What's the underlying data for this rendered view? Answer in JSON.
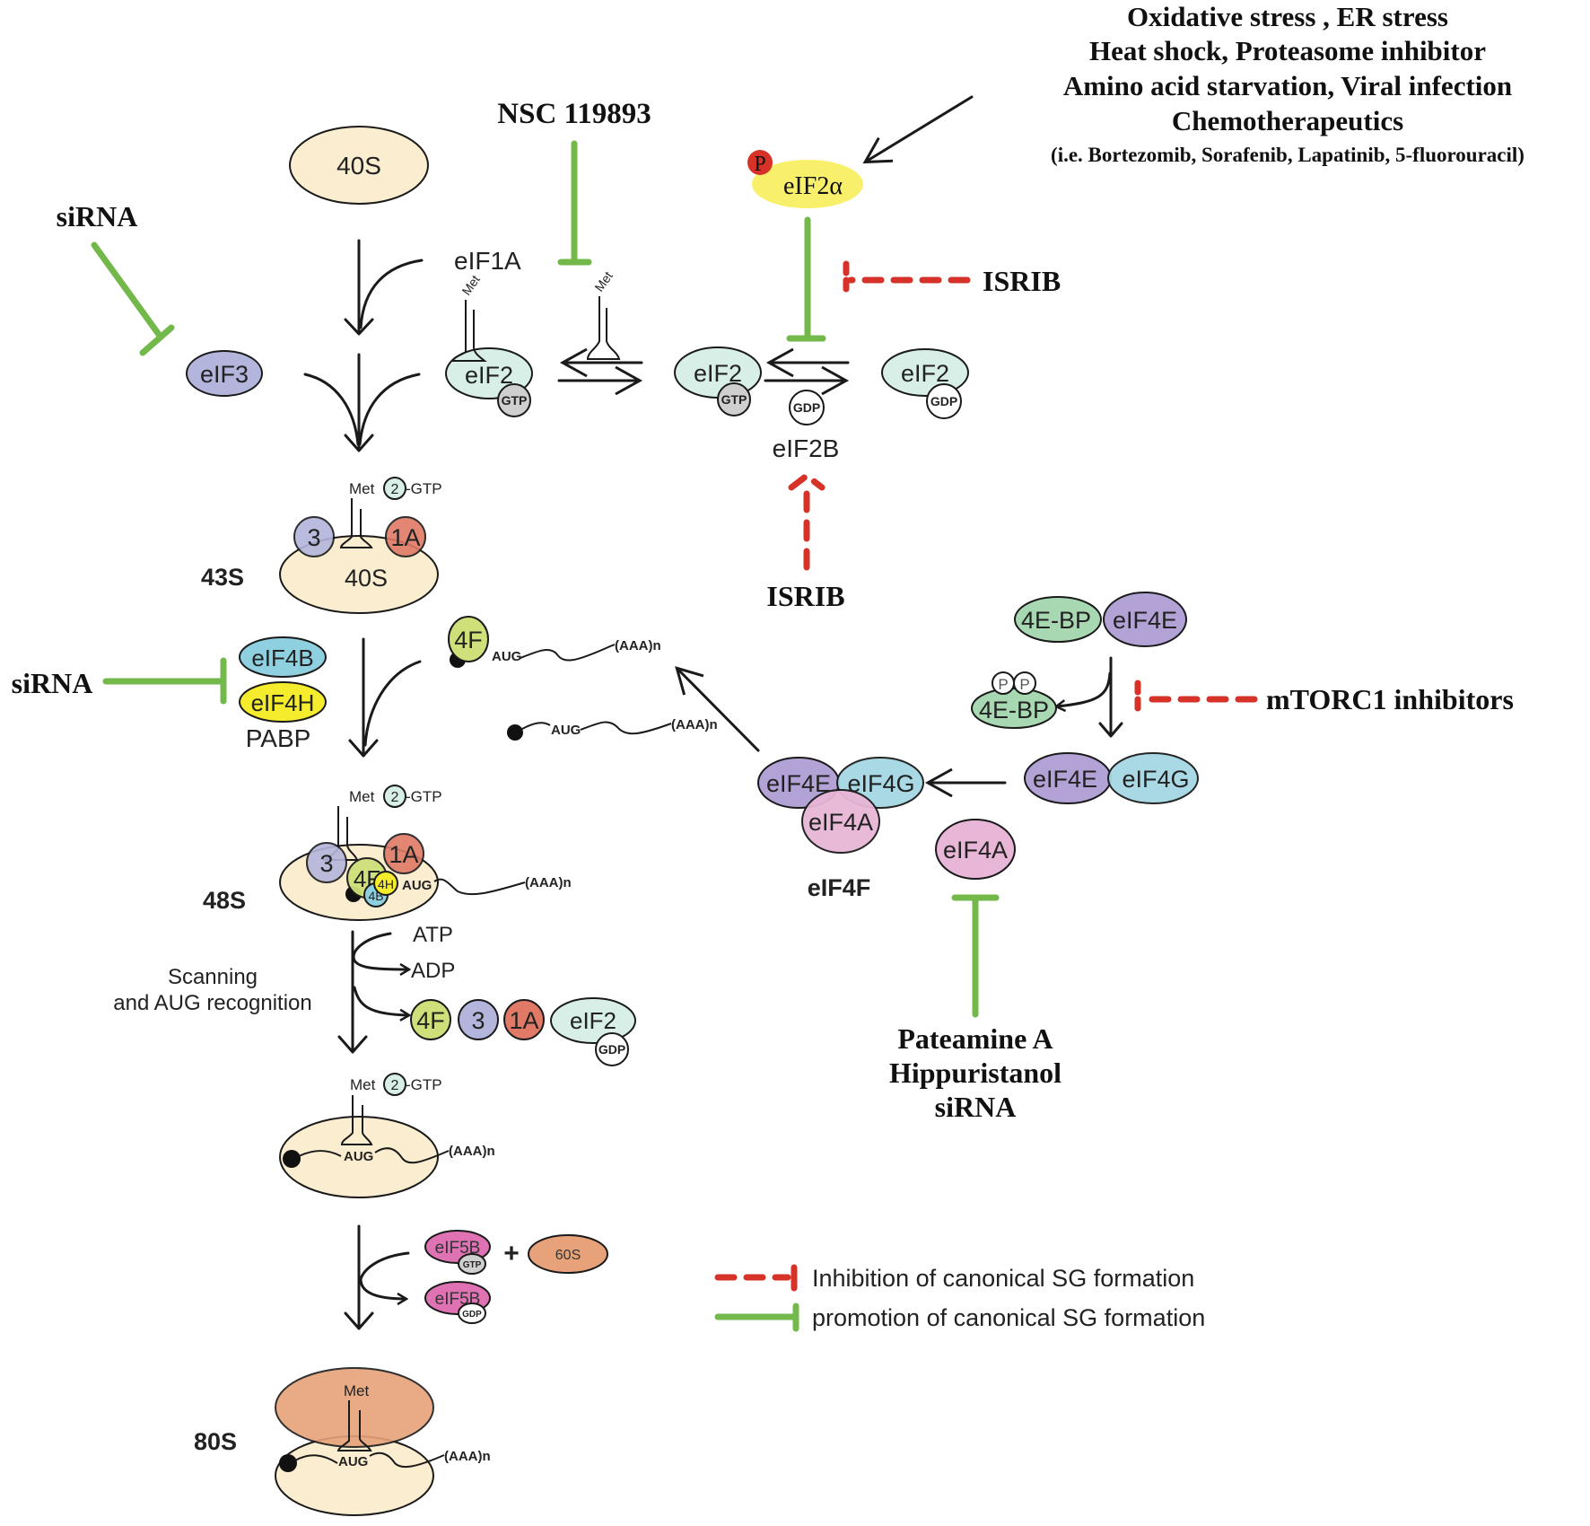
{
  "colors": {
    "ribosome_40s": "#fbedcf",
    "ribosome_60s": "#e7a27a",
    "eif3": "#b3b5dc",
    "eif1a": "#e07a66",
    "eif2": "#d8efe8",
    "gtp": "#cfcfcf",
    "gdp": "#ffffff",
    "eif4f_4f": "#cfe07a",
    "eif4b": "#8fd0e0",
    "eif4h": "#f4ec2c",
    "eif4e": "#b3a2d6",
    "eif4g": "#a5d8e3",
    "eif4a": "#e8b6d6",
    "eif4ebp": "#a8d8b2",
    "eif5b": "#de72b2",
    "eif2a": "#f8f06a",
    "phospho": "#d63228",
    "promotion": "#72b84a",
    "inhibition": "#d63228"
  },
  "stress_inducers": {
    "lines": [
      "Oxidative stress , ER stress",
      "Heat shock, Proteasome inhibitor",
      "Amino acid starvation, Viral infection",
      "Chemotherapeutics"
    ],
    "examples": "(i.e. Bortezomib, Sorafenib, Lapatinib, 5-fluorouracil)"
  },
  "drugs": {
    "nsc": "NSC 119893",
    "sirna_eif3": "siRNA",
    "sirna_eif4": "siRNA",
    "isrib_top": "ISRIB",
    "isrib_bottom": "ISRIB",
    "mtorc1": "mTORC1 inhibitors",
    "eif4a_inhibitors": [
      "Pateamine A",
      "Hippuristanol",
      "siRNA"
    ]
  },
  "factors": {
    "r40s": "40S",
    "eif1a": "eIF1A",
    "eif3": "eIF3",
    "eif2": "eIF2",
    "gtp": "GTP",
    "gdp": "GDP",
    "met": "Met",
    "eif2b": "eIF2B",
    "p": "P",
    "eif2a": "eIF2α",
    "eif4b": "eIF4B",
    "eif4h": "eIF4H",
    "pabp": "PABP",
    "f4": "4F",
    "f3": "3",
    "f1a": "1A",
    "f4h": "4H",
    "f4b": "4B",
    "two": "2",
    "gtp_suffix": "-GTP",
    "aug": "AUG",
    "polya": "(AAA)n",
    "ebp": "4E-BP",
    "eif4e": "eIF4E",
    "eif4g": "eIF4G",
    "eif4a": "eIF4A",
    "eif4f": "eIF4F",
    "atp": "ATP",
    "adp": "ADP",
    "eif5b": "eIF5B",
    "r60s": "60S",
    "plus": "+"
  },
  "complexes": {
    "c43s": "43S",
    "c48s": "48S",
    "c80s": "80S"
  },
  "scanning": [
    "Scanning",
    "and AUG recognition"
  ],
  "legend": {
    "inhibition": "Inhibition of canonical SG formation",
    "promotion": "promotion of canonical SG formation"
  }
}
